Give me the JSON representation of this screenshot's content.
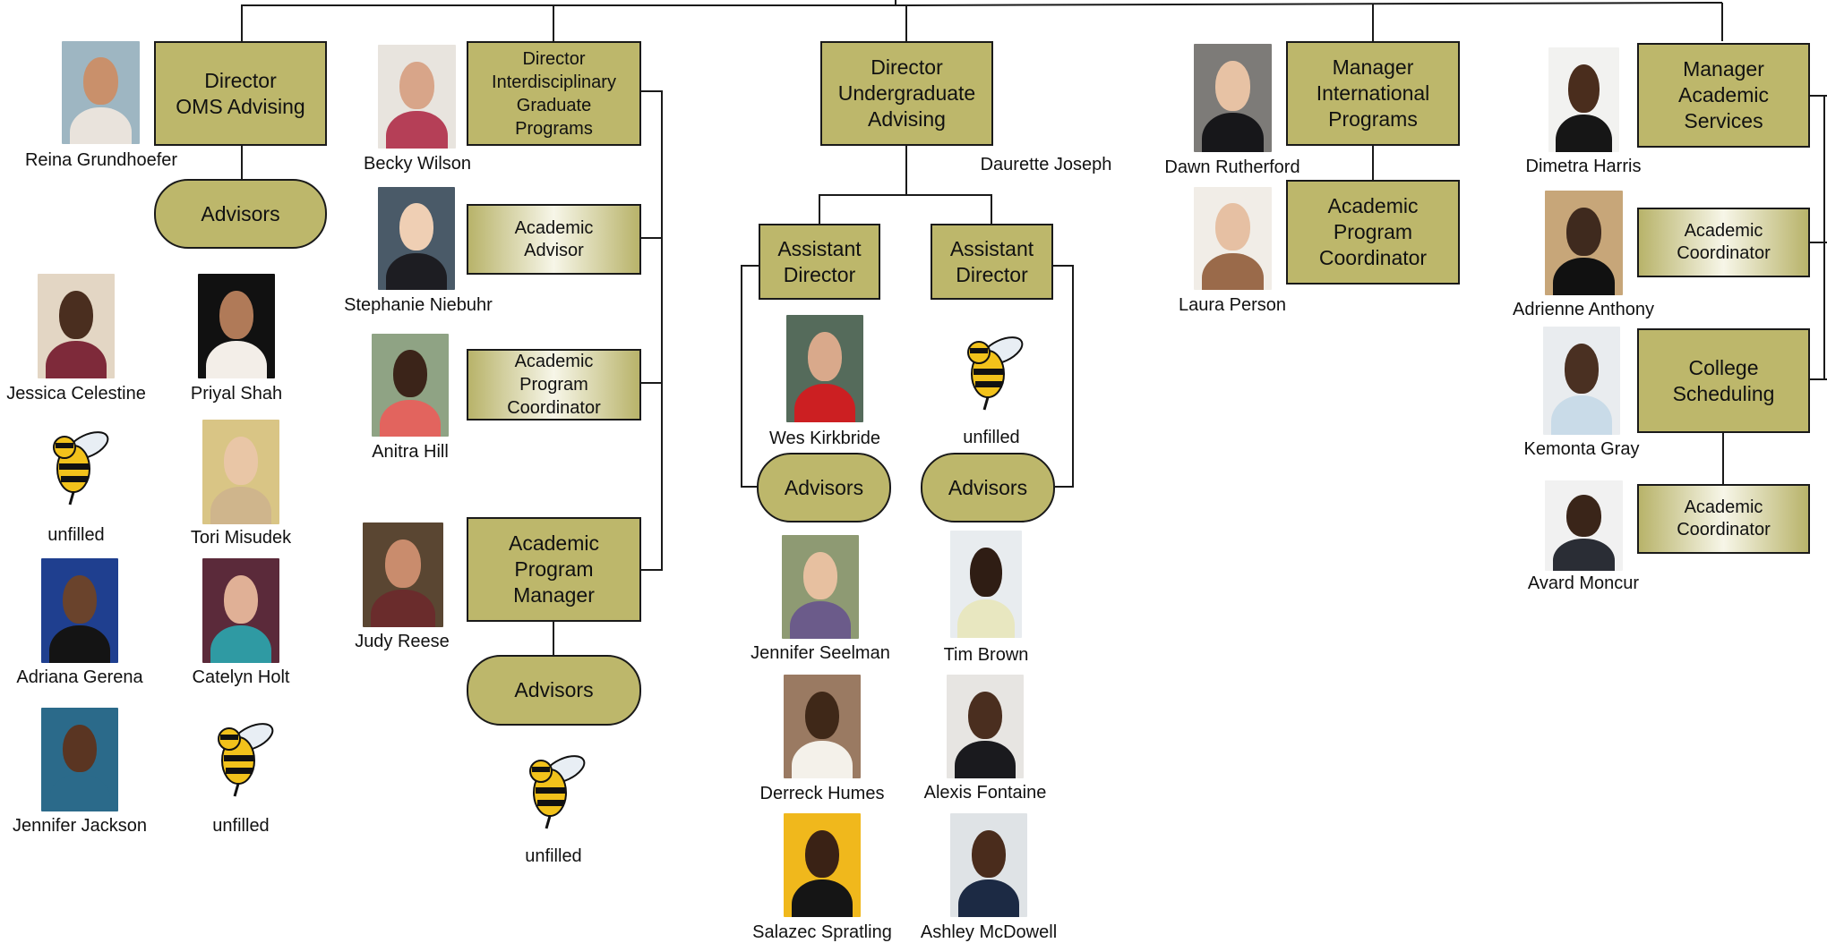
{
  "colors": {
    "box_fill": "#bdb76b",
    "box_border": "#1a1a1a",
    "line": "#1a1a1a",
    "bee_yellow": "#f2c21b"
  },
  "directors": {
    "oms": "Director\nOMS Advising",
    "interdisciplinary": "Director\nInterdisciplinary\nGraduate\nPrograms",
    "undergrad": "Director\nUndergraduate\nAdvising",
    "international": "Manager\nInternational\nPrograms",
    "academic_services": "Manager\nAcademic\nServices"
  },
  "roles": {
    "advisors": "Advisors",
    "academic_advisor": "Academic\nAdvisor",
    "academic_program_coordinator": "Academic\nProgram\nCoordinator",
    "academic_program_manager": "Academic\nProgram\nManager",
    "assistant_director": "Assistant\nDirector",
    "academic_coordinator": "Academic\nCoordinator",
    "college_scheduling": "College\nScheduling"
  },
  "people": {
    "reina": "Reina Grundhoefer",
    "becky": "Becky Wilson",
    "stephanie": "Stephanie Niebuhr",
    "anitra": "Anitra Hill",
    "judy": "Judy Reese",
    "daurette": "Daurette Joseph",
    "dawn": "Dawn Rutherford",
    "laura": "Laura Person",
    "dimetra": "Dimetra Harris",
    "adrienne": "Adrienne Anthony",
    "kemonta": "Kemonta Gray",
    "avard": "Avard Moncur",
    "jessica_c": "Jessica Celestine",
    "priyal": "Priyal Shah",
    "tori": "Tori Misudek",
    "adriana": "Adriana Gerena",
    "catelyn": "Catelyn Holt",
    "jennifer_j": "Jennifer Jackson",
    "wes": "Wes Kirkbride",
    "jennifer_s": "Jennifer Seelman",
    "tim": "Tim Brown",
    "derreck": "Derreck Humes",
    "alexis": "Alexis Fontaine",
    "salazec": "Salazec Spratling",
    "ashley": "Ashley McDowell",
    "unfilled": "unfilled"
  }
}
